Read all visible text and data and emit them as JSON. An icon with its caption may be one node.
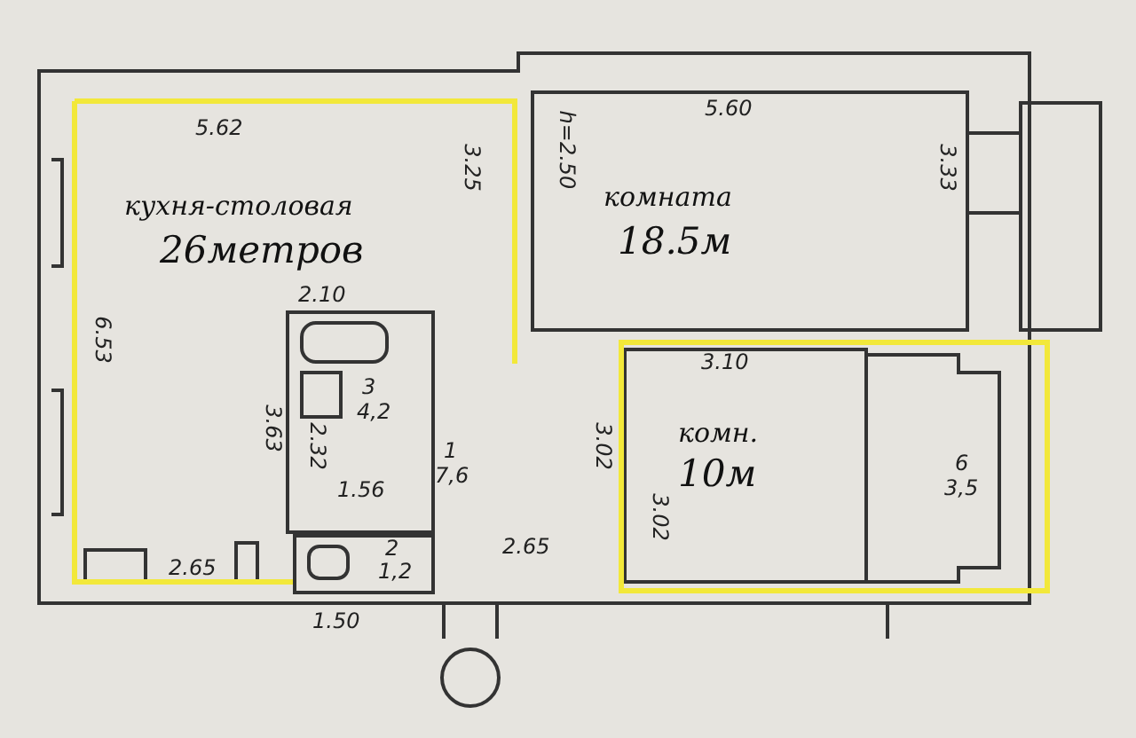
{
  "diagram": {
    "nodes": [
      {
        "text": [
          "кухня-столовая",
          "26метров"
        ]
      },
      {
        "text": [
          "комната",
          "18.5м"
        ]
      },
      {
        "text": [
          "комн.",
          "10м"
        ]
      }
    ],
    "labels": [
      "5.62",
      "5.60",
      "h=2.50",
      "3.25",
      "3.33",
      "6.53",
      "2.10",
      "3",
      "4,2",
      "3.63",
      "2.32",
      "1.56",
      "1",
      "7,6",
      "3.10",
      "3.02",
      "3.02",
      "6",
      "3,5",
      "2",
      "1,2",
      "1.50",
      "2.65",
      "2.65"
    ]
  }
}
